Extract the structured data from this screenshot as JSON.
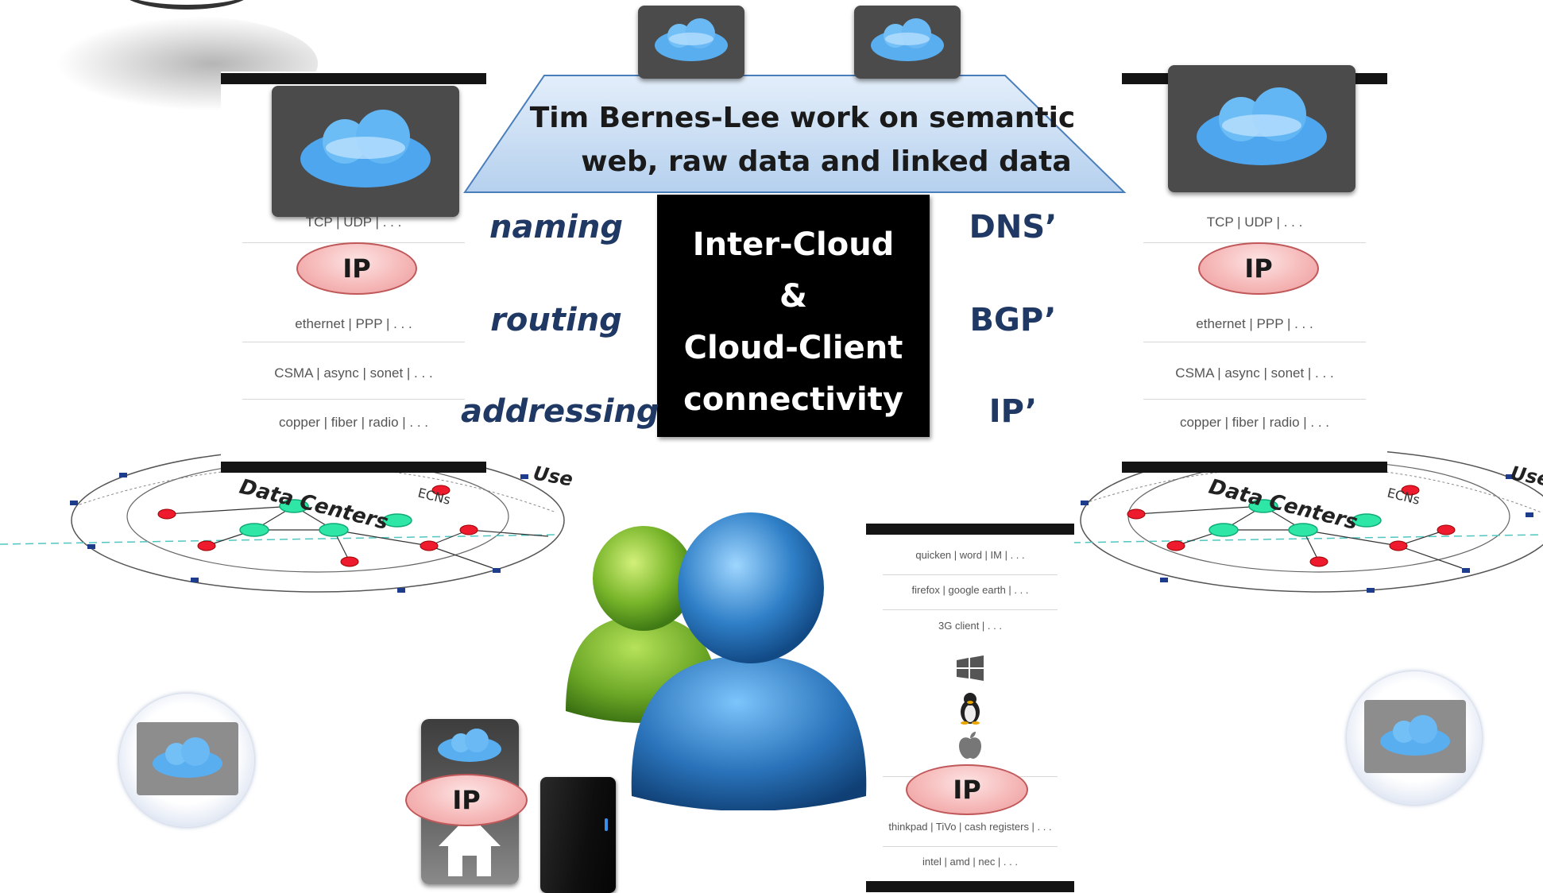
{
  "semantic_banner": {
    "line1": "Tim Bernes-Lee work on semantic",
    "line2": "web, raw data and linked data"
  },
  "center_box": {
    "line1": "Inter-Cloud",
    "line2": "&",
    "line3": "Cloud-Client",
    "line4": "connectivity"
  },
  "left_labels": [
    "naming",
    "routing",
    "addressing"
  ],
  "right_labels": [
    "DNS’",
    "BGP’",
    "IP’"
  ],
  "ip_label": "IP",
  "left_hourglass": {
    "rows": [
      "TCP | UDP | . . .",
      "ethernet | PPP | . . .",
      "CSMA | async | sonet | . . .",
      "copper | fiber | radio | . . ."
    ]
  },
  "right_hourglass": {
    "rows": [
      "TCP | UDP | . . .",
      "ethernet | PPP | . . .",
      "CSMA | async | sonet | . . .",
      "copper | fiber | radio | . . ."
    ]
  },
  "client_hourglass": {
    "top_rows": [
      "quicken | word | IM | . . .",
      "firefox | google earth | . . .",
      "3G client | . . ."
    ],
    "bottom_rows": [
      "thinkpad | TiVo | cash registers | . . .",
      "intel | amd | nec | . . ."
    ]
  },
  "network_diagram": {
    "labels": [
      "Data Centers",
      "Users",
      "ECNs"
    ]
  },
  "colors": {
    "navy_label": "#1f3864",
    "ip_fill": "#f6b9b9",
    "banner_fill": "#c6dcf2",
    "cloud_blue": "#3d8fe0"
  }
}
